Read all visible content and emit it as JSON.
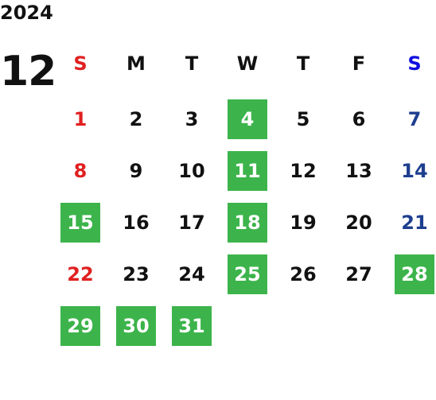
{
  "year": "2024",
  "month": "12",
  "colors": {
    "sunday": "#e02020",
    "saturday": "#1e3f8f",
    "saturday_header": "#1010e0",
    "weekday": "#111111",
    "highlight_bg": "#3cb44b",
    "highlight_text": "#ffffff"
  },
  "weekdays": [
    "S",
    "M",
    "T",
    "W",
    "T",
    "F",
    "S"
  ],
  "weeks": [
    [
      {
        "day": "1",
        "hl": false
      },
      {
        "day": "2",
        "hl": false
      },
      {
        "day": "3",
        "hl": false
      },
      {
        "day": "4",
        "hl": true
      },
      {
        "day": "5",
        "hl": false
      },
      {
        "day": "6",
        "hl": false
      },
      {
        "day": "7",
        "hl": false
      }
    ],
    [
      {
        "day": "8",
        "hl": false
      },
      {
        "day": "9",
        "hl": false
      },
      {
        "day": "10",
        "hl": false
      },
      {
        "day": "11",
        "hl": true
      },
      {
        "day": "12",
        "hl": false
      },
      {
        "day": "13",
        "hl": false
      },
      {
        "day": "14",
        "hl": false
      }
    ],
    [
      {
        "day": "15",
        "hl": true
      },
      {
        "day": "16",
        "hl": false
      },
      {
        "day": "17",
        "hl": false
      },
      {
        "day": "18",
        "hl": true
      },
      {
        "day": "19",
        "hl": false
      },
      {
        "day": "20",
        "hl": false
      },
      {
        "day": "21",
        "hl": false
      }
    ],
    [
      {
        "day": "22",
        "hl": false
      },
      {
        "day": "23",
        "hl": false
      },
      {
        "day": "24",
        "hl": false
      },
      {
        "day": "25",
        "hl": true
      },
      {
        "day": "26",
        "hl": false
      },
      {
        "day": "27",
        "hl": false
      },
      {
        "day": "28",
        "hl": true
      }
    ],
    [
      {
        "day": "29",
        "hl": true
      },
      {
        "day": "30",
        "hl": true
      },
      {
        "day": "31",
        "hl": true
      }
    ]
  ]
}
